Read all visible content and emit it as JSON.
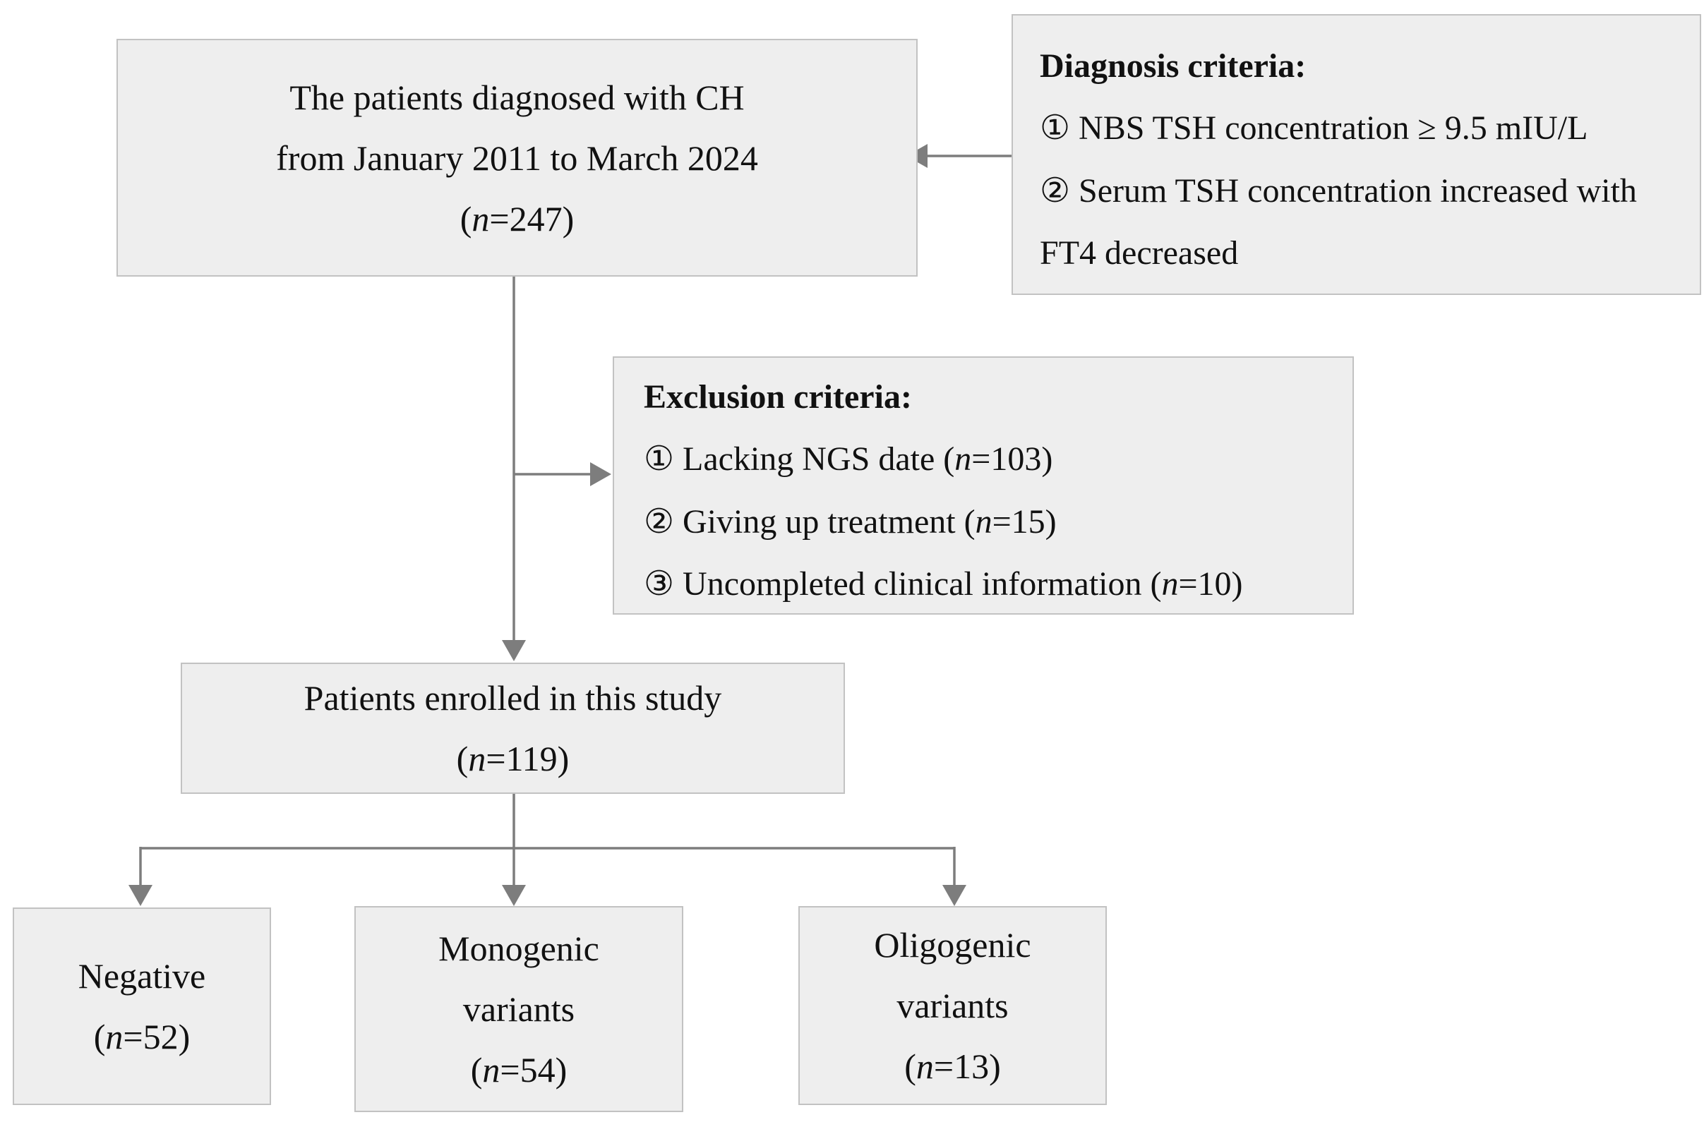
{
  "figure": {
    "type": "flowchart",
    "description": "Patient enrollment flow diagram"
  },
  "colors": {
    "box_fill": "#eeeeee",
    "box_border": "#c2c2c2",
    "arrow": "#7d7d7d",
    "text": "#111111"
  },
  "boxes": {
    "top": {
      "lines": [
        "The patients diagnosed with CH",
        "from January 2011 to March 2024",
        "(n=247)"
      ]
    },
    "diagnosis": {
      "title": "Diagnosis criteria:",
      "items": [
        "① NBS TSH concentration ≥ 9.5 mIU/L",
        "② Serum TSH concentration increased with FT4 decreased"
      ]
    },
    "exclusion": {
      "title": "Exclusion criteria:",
      "items": [
        "① Lacking NGS date (n=103)",
        "② Giving up treatment (n=15)",
        "③ Uncompleted clinical information (n=10)"
      ]
    },
    "enrolled": {
      "lines": [
        "Patients enrolled in this study",
        "(n=119)"
      ]
    },
    "outcomes": [
      {
        "lines": [
          "Negative",
          "(n=52)"
        ]
      },
      {
        "lines": [
          "Monogenic",
          "variants",
          "(n=54)"
        ]
      },
      {
        "lines": [
          "Oligogenic",
          "variants",
          "(n=13)"
        ]
      }
    ]
  }
}
